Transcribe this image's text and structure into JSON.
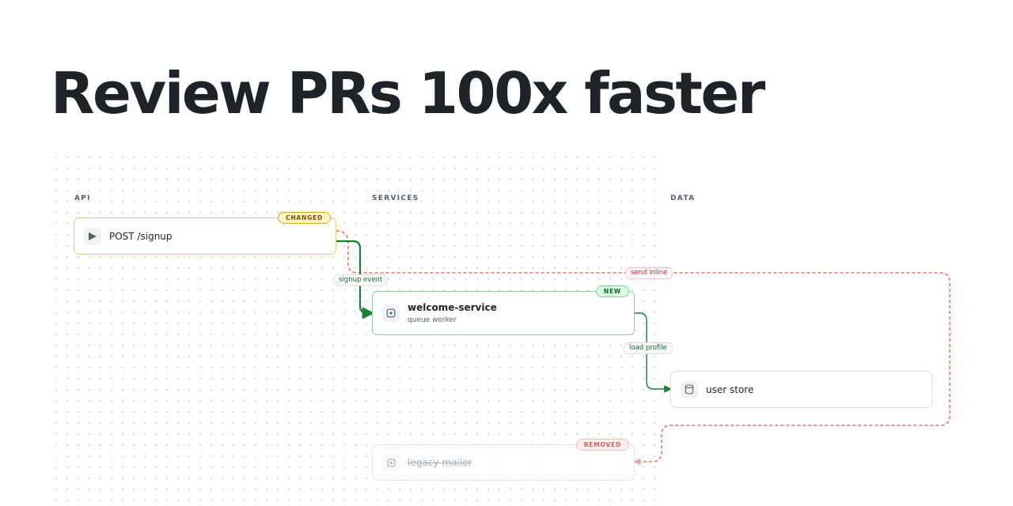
{
  "headline": "Review PRs 100x faster",
  "lanes": {
    "api": "API",
    "services": "SERVICES",
    "data": "DATA"
  },
  "nodes": {
    "post_signup": {
      "title": "POST /signup",
      "badge": "CHANGED",
      "icon": "play-icon"
    },
    "welcome_service": {
      "title": "welcome-service",
      "subtitle": "queue worker",
      "badge": "NEW",
      "icon": "service-icon"
    },
    "user_store": {
      "title": "user store",
      "icon": "database-icon"
    },
    "legacy_mailer": {
      "title": "legacy-mailer",
      "badge": "REMOVED",
      "icon": "service-icon"
    }
  },
  "edges": {
    "signup_event": "signup event",
    "load_profile": "load profile",
    "send_inline": "send inline"
  },
  "colors": {
    "changed": "#d4a72c",
    "changed_bg": "#fff3c2",
    "added": "#1a7f37",
    "added_bg": "#dafbe1",
    "removed": "#cf222e",
    "removed_bg": "#ffebe9"
  }
}
